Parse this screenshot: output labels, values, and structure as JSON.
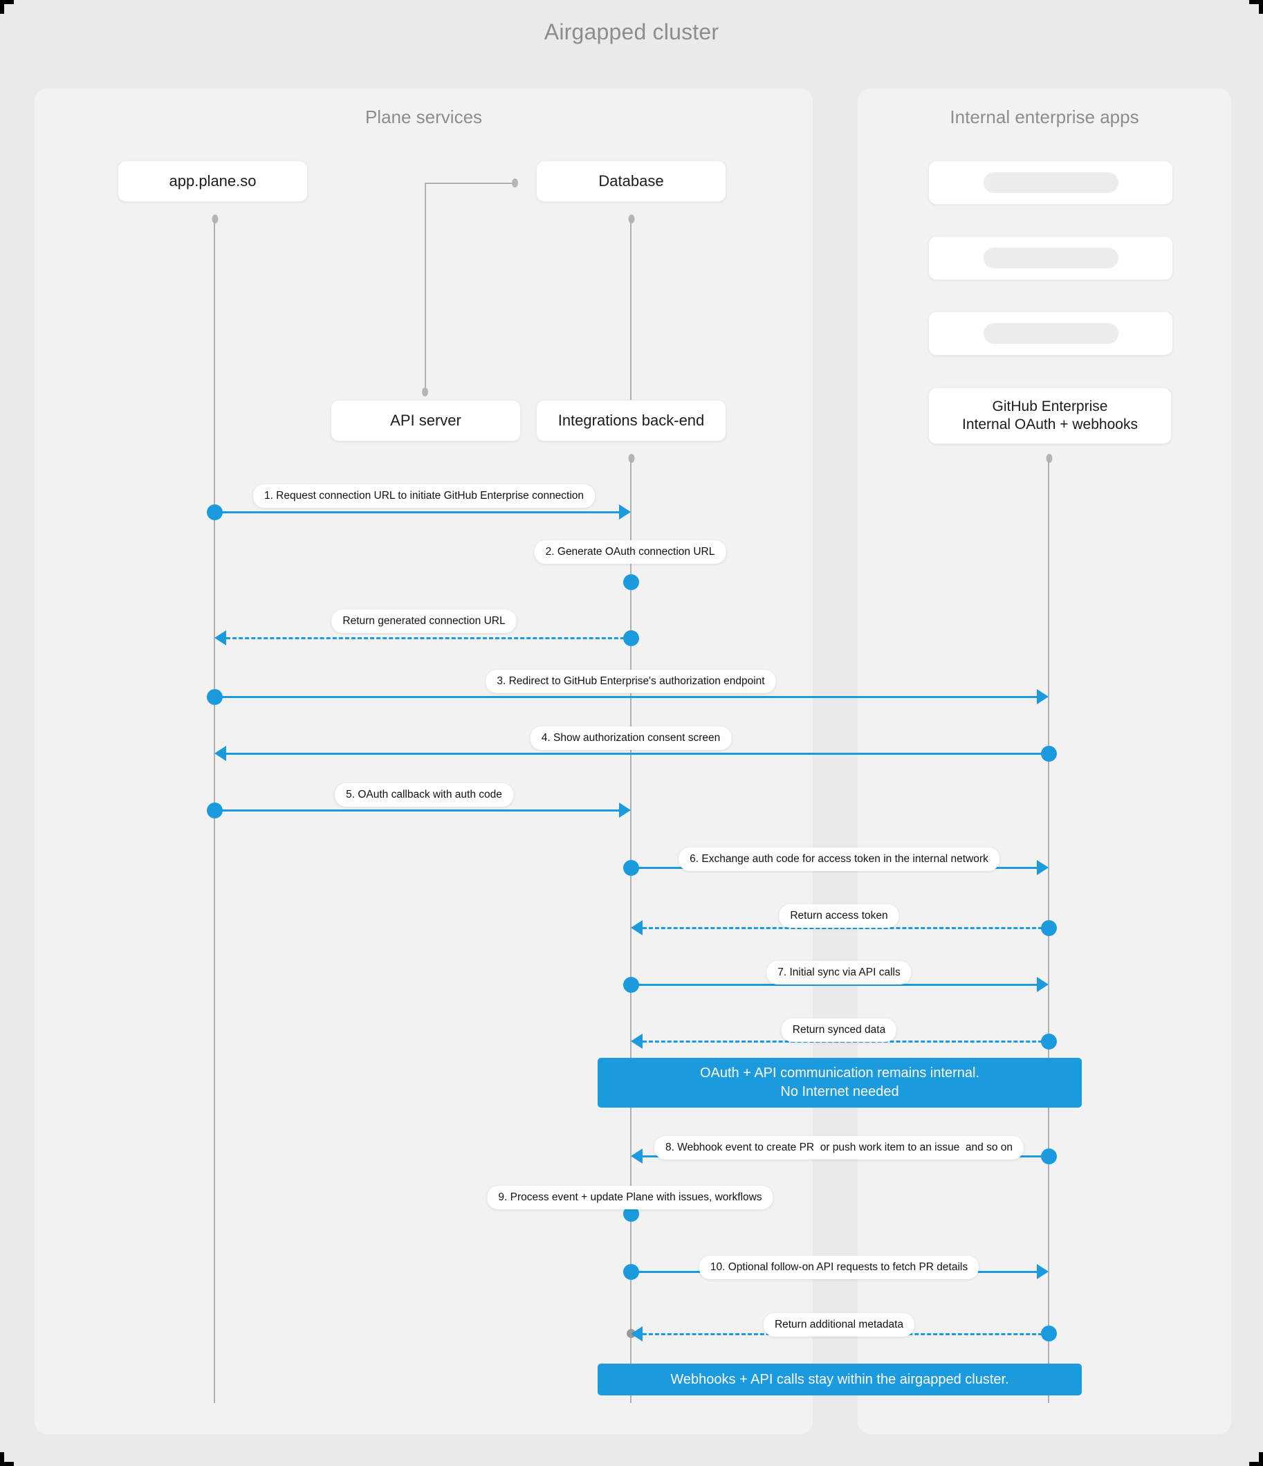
{
  "title": "Airgapped cluster",
  "panels": {
    "plane": {
      "title": "Plane services"
    },
    "internal": {
      "title": "Internal enterprise apps"
    }
  },
  "nodes": {
    "app_plane": "app.plane.so",
    "database": "Database",
    "api_server": "API server",
    "integrations": "Integrations back-end",
    "github_line1": "GitHub Enterprise",
    "github_line2": "Internal OAuth + webhooks"
  },
  "messages": [
    {
      "id": "m1",
      "text": "1. Request connection URL to initiate GitHub Enterprise connection"
    },
    {
      "id": "m2",
      "text": "2. Generate OAuth connection URL"
    },
    {
      "id": "m3",
      "text": "Return generated connection URL"
    },
    {
      "id": "m4",
      "text": "3. Redirect to GitHub Enterprise's authorization endpoint"
    },
    {
      "id": "m5",
      "text": "4. Show authorization consent screen"
    },
    {
      "id": "m6",
      "text": "5. OAuth callback with auth code"
    },
    {
      "id": "m7",
      "text": "6. Exchange auth code for access token in the internal network"
    },
    {
      "id": "m8",
      "text": "Return access token"
    },
    {
      "id": "m9",
      "text": "7. Initial sync via API calls"
    },
    {
      "id": "m10",
      "text": "Return synced data"
    },
    {
      "id": "m11",
      "text": "8. Webhook event to create PR  or push work item to an issue  and so on"
    },
    {
      "id": "m12",
      "text": "9. Process event + update Plane with issues, workflows"
    },
    {
      "id": "m13",
      "text": "10. Optional follow-on API requests to fetch PR details"
    },
    {
      "id": "m14",
      "text": "Return additional metadata"
    }
  ],
  "notes": {
    "note1_line1": "OAuth + API communication remains internal.",
    "note1_line2": "No Internet needed",
    "note2": "Webhooks + API calls stay within the airgapped cluster."
  },
  "colors": {
    "accent": "#1b9bdd",
    "page_bg": "#eaeaea",
    "panel_bg": "#f2f2f2",
    "lifeline": "#b0b0b0",
    "muted_text": "#8a8d91"
  }
}
